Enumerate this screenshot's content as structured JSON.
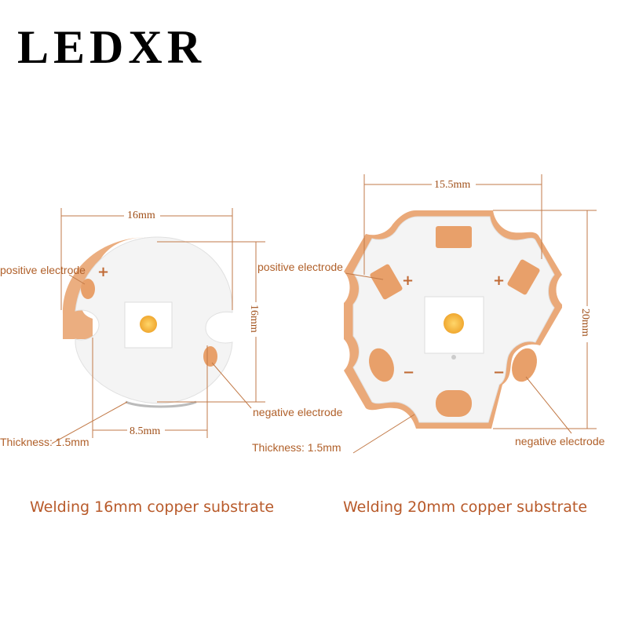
{
  "brand": {
    "logo_text": "LEDXR"
  },
  "left_board": {
    "width_dim": "16mm",
    "height_dim": "16mm",
    "pad_dim": "8.5mm",
    "positive_label": "positive electrode",
    "negative_label": "negative electrode",
    "thickness_label": "Thickness: 1.5mm",
    "plus_symbol": "+",
    "caption": "Welding 16mm copper substrate"
  },
  "right_board": {
    "width_dim": "15.5mm",
    "height_dim": "20mm",
    "positive_label": "positive electrode",
    "negative_label": "negative electrode",
    "thickness_label": "Thickness: 1.5mm",
    "plus_symbol": "+",
    "minus_symbol": "−",
    "caption": "Welding 20mm copper substrate"
  },
  "colors": {
    "copper": "#e8a06a",
    "copper_edge": "#d98a50",
    "board": "#f4f4f4",
    "led_dot": "#f2b73a",
    "line": "#c27a48"
  }
}
